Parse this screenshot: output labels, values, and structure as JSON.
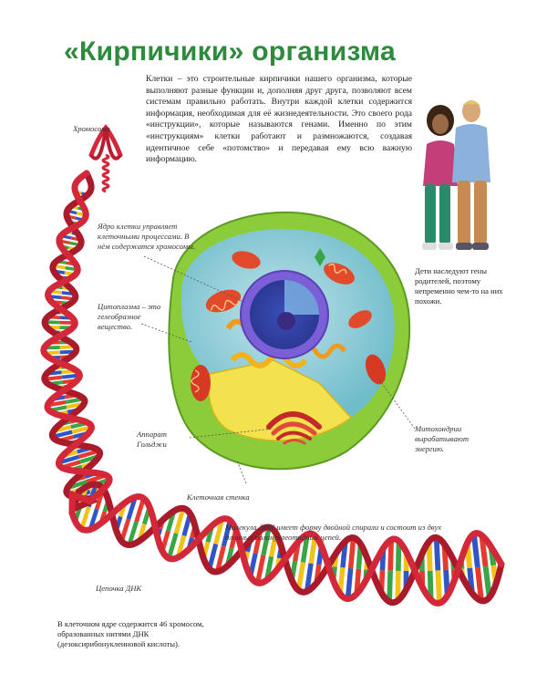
{
  "title": "«Кирпичики» организма",
  "intro": "Клетки – это строительные кирпичики нашего организма, которые выполняют разные функции и, дополняя друг друга, позволяют всем системам правильно работать. Внутри каждой клетки содержится информация, необходимая для её жизнедеятельности. Это своего рода «инструкции», которые называются генами. Именно по этим «инструкциям» клетки работают и размножаются, создавая идентичное себе «потомство» и передавая ему всю важную информацию.",
  "labels": {
    "chromosome": "Хромосома",
    "nucleus": "Ядро клетки управляет клеточными процессами. В нём содержатся хромосомы.",
    "cytoplasm": "Цитоплазма – это гелеобразное вещество.",
    "golgi": "Аппарат Гольджи",
    "cell_wall": "Клеточная стенка",
    "mitochondria": "Митохондрии вырабатывают энергию.",
    "parents": "Дети наследуют гены родителей, поэтому непременно чем-то на них похожи.",
    "dna_molecule": "Молекула ДНК имеет форму двойной спирали и состоит из двух длинных полинуклеотидных цепей.",
    "dna_chain": "Цепочка ДНК",
    "bottom_note": "В клеточном ядре содержится 46 хромосом, образованных нитями ДНК (дезоксирибонуклеиновой кислоты)."
  },
  "colors": {
    "title": "#2e8b3e",
    "dna_strand": "#d3283a",
    "rung_colors": [
      "#f2c21b",
      "#2f55c6",
      "#e63a2e",
      "#3aa546"
    ],
    "cell_wall": "#8ccc3a",
    "nucleus": "#6a4fc6"
  }
}
